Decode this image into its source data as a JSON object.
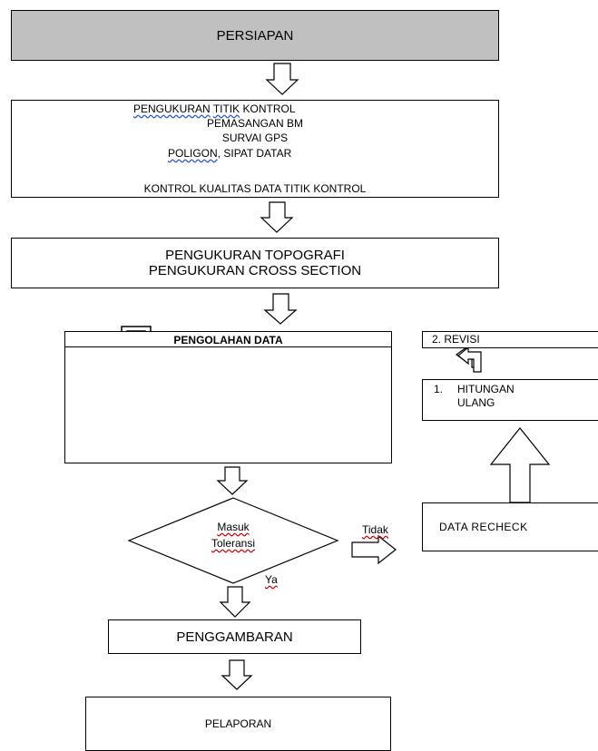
{
  "steps": {
    "persiapan": "PERSIAPAN",
    "kontrol": {
      "line1_a": "PENGUKURAN",
      "line1_b": "TITIK",
      "line1_c": "KONTROL",
      "line2": "PEMASANGAN BM",
      "line3": "SURVAI GPS",
      "line4_a": "POLIGON",
      "line4_b": ", SIPAT DATAR",
      "line5": "KONTROL KUALITAS DATA TITIK KONTROL"
    },
    "topografi": {
      "line1": "PENGUKURAN TOPOGRAFI",
      "line2": "PENGUKURAN CROSS SECTION"
    },
    "pengolahan": "PENGOLAHAN DATA",
    "decision": {
      "line1": "Masuk",
      "line2": "Toleransi",
      "yes": "Ya",
      "no": "Tidak"
    },
    "penggambaran": "PENGGAMBARAN",
    "pelaporan": "PELAPORAN"
  },
  "side": {
    "revisi": "2. REVISI",
    "hitungan_num": "1.",
    "hitungan_line1": "HITUNGAN",
    "hitungan_line2": "ULANG",
    "recheck": "DATA RECHECK"
  },
  "icons": [
    "theodolite-icon",
    "document-icon",
    "computer-icon",
    "block-arrow-down-icon",
    "block-arrow-right-icon",
    "block-arrow-up-icon",
    "bent-arrow-left-icon"
  ]
}
